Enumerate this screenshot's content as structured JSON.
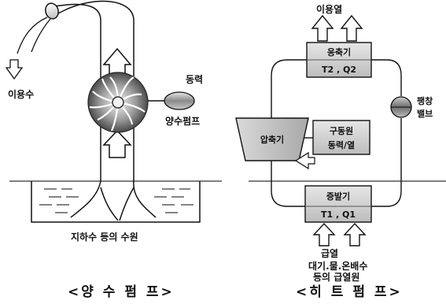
{
  "pump_diagram": {
    "discharge_label": "이용수",
    "power_label": "동력",
    "pump_label": "양수펌프",
    "source_label": "지하수 등의 수원",
    "caption": "<양 수 펌 프>"
  },
  "heat_pump_diagram": {
    "output_label": "이용열",
    "condenser": {
      "name": "응축기",
      "values": "T2 , Q2"
    },
    "expansion_valve": {
      "line1": "팽창",
      "line2": "밸브"
    },
    "compressor_label": "압축기",
    "driver": {
      "line1": "구동원",
      "line2": "동력/열"
    },
    "evaporator": {
      "name": "증발기",
      "values": "T1 , Q1"
    },
    "input_label": "급열",
    "heat_source": {
      "line1": "대기.물.온배수",
      "line2": "등의 급열원"
    },
    "caption": "<히 트 펌 프>"
  },
  "colors": {
    "line": "#111111",
    "ground": "#555555"
  },
  "icons": [
    "up-arrow-icon",
    "down-arrow-icon",
    "left-arrow-icon",
    "impeller-icon",
    "motor-icon",
    "valve-icon"
  ]
}
